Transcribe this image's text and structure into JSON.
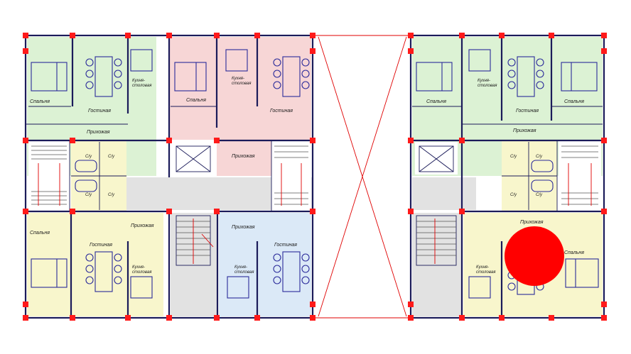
{
  "colors": {
    "green": "#dcf2d4",
    "pink": "#f7d6d6",
    "yellow": "#f8f6cc",
    "blue": "#dbe9f7",
    "corridor": "#e2e2e2",
    "column": "#ff1a1a",
    "wall": "#1b1b5a",
    "marker": "#ff0000"
  },
  "left_block": {
    "apt_tl": {
      "bedroom": "Спальня",
      "living": "Гостиная",
      "kitchen": "Кухня-\nстоловая",
      "hall": "Прихожая",
      "wc1": "С/у",
      "wc2": "С/у",
      "wc3": "С/у",
      "wc4": "С/у"
    },
    "apt_tm": {
      "bedroom": "Спальня",
      "kitchen": "Кухня-\nстоловая",
      "living": "Гостиная",
      "hall": "Прихожая"
    },
    "apt_bl": {
      "bedroom": "Спальня",
      "living": "Гостиная",
      "kitchen": "Кухня-\nстоловая",
      "hall": "Прихожая"
    },
    "apt_bm": {
      "kitchen": "Кухня-\nстоловая",
      "living": "Гостиная",
      "hall": "Прихожая"
    }
  },
  "right_block": {
    "apt_tl": {
      "bedroom": "Спальня",
      "kitchen": "Кухня-\nстоловая",
      "living": "Гостиная",
      "bedroom2": "Спальня",
      "hall": "Прихожая",
      "wc1": "С/у",
      "wc2": "С/у",
      "wc3": "С/у",
      "wc4": "С/у"
    },
    "apt_br": {
      "hall": "Прихожая",
      "kitchen": "Кухня-\nстоловая",
      "bedroom": "Спальня"
    }
  },
  "marker": {
    "shape": "circle",
    "color": "#ff0000"
  }
}
